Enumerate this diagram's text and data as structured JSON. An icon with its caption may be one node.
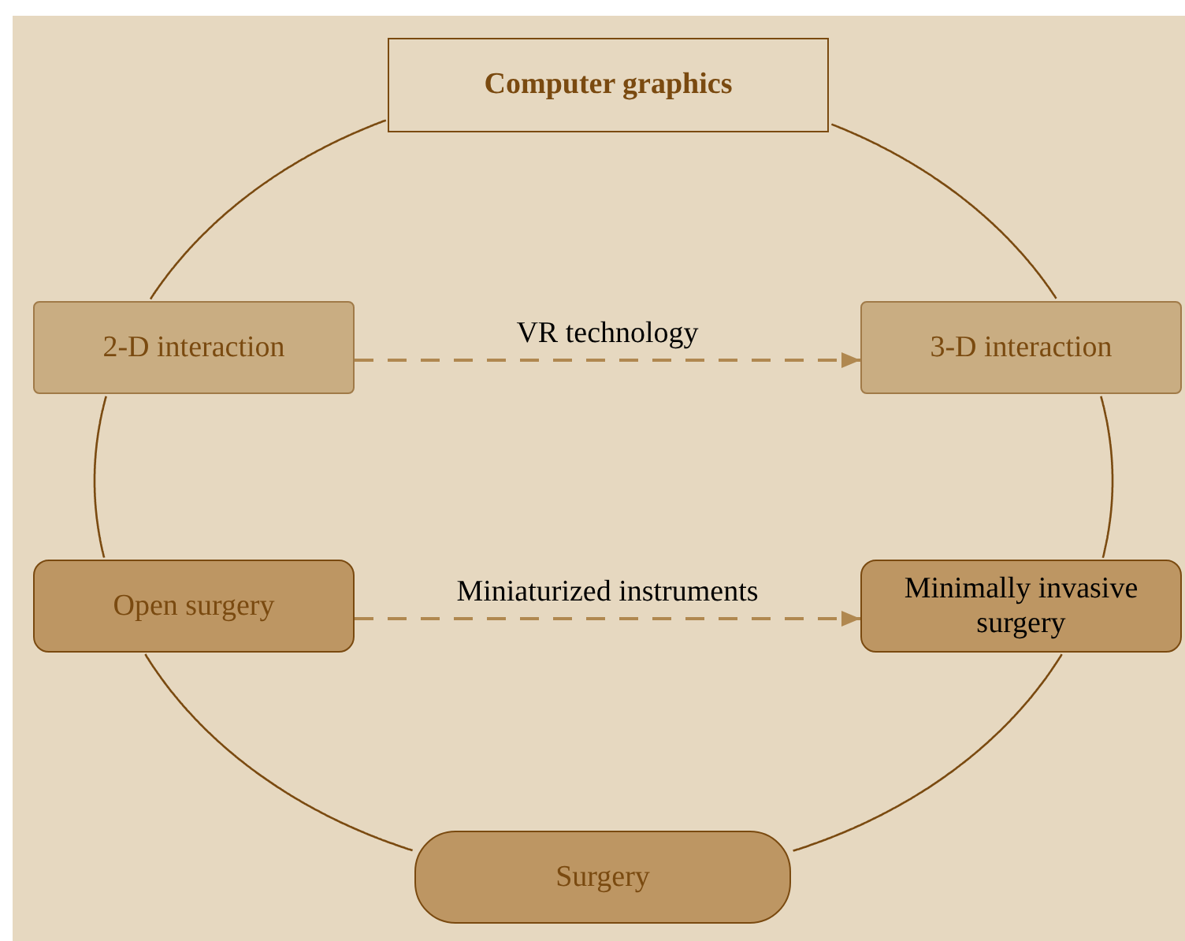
{
  "diagram": {
    "nodes": [
      {
        "text": [
          "Computer graphics"
        ]
      },
      {
        "text": [
          "2-D interaction"
        ]
      },
      {
        "text": [
          "3-D interaction"
        ]
      },
      {
        "text": [
          "Open surgery"
        ]
      },
      {
        "text": [
          "Minimally invasive surgery"
        ]
      },
      {
        "text": [
          "Surgery"
        ]
      }
    ],
    "edges": [
      {
        "from": 0,
        "to": 2,
        "arrow": "none"
      },
      {
        "from": 2,
        "to": 4,
        "arrow": "none"
      },
      {
        "from": 4,
        "to": 5,
        "arrow": "none"
      },
      {
        "from": 5,
        "to": 3,
        "arrow": "none"
      },
      {
        "from": 3,
        "to": 1,
        "arrow": "none"
      },
      {
        "from": 1,
        "to": 0,
        "arrow": "none"
      },
      {
        "from": 1,
        "to": 2,
        "arrow": "to",
        "label": "VR technology",
        "style": "dashed",
        "color": "#b08850"
      },
      {
        "from": 3,
        "to": 4,
        "arrow": "to",
        "label": "Miniaturized instruments",
        "style": "dashed",
        "color": "#b08850"
      }
    ]
  }
}
